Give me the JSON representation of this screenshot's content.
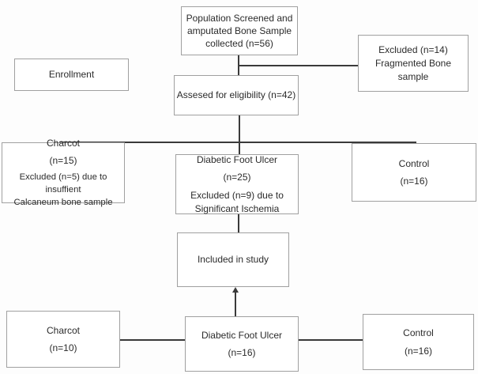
{
  "diagram": {
    "type": "study-enrollment-flowchart",
    "colors": {
      "background": "#fdfdfd",
      "box_fill": "#ffffff",
      "box_border": "#a0a0a0",
      "connector": "#3a3a3a",
      "text": "#2b2b2b"
    },
    "boxes": {
      "population": {
        "line1": "Population Screened and",
        "line2": "amputated Bone Sample",
        "line3": "collected  (n=56)"
      },
      "excluded_top": {
        "line1": "Excluded (n=14)",
        "line2": "Fragmented Bone sample"
      },
      "enrollment": {
        "line1": "Enrollment"
      },
      "assessed": {
        "line1": "Assesed for eligibility (n=42)"
      },
      "charcot_mid": {
        "line1": "Charcot",
        "line2": "(n=15)",
        "line3": "Excluded (n=5) due to insuffient",
        "line4": "Calcaneum bone sample"
      },
      "dfu_mid": {
        "line1": "Diabetic Foot Ulcer",
        "line2": "(n=25)",
        "line3": "Excluded (n=9) due to",
        "line4": "Significant Ischemia"
      },
      "control_mid": {
        "line1": "Control",
        "line2": "(n=16)"
      },
      "included": {
        "line1": "Included in study"
      },
      "charcot_bottom": {
        "line1": "Charcot",
        "line2": "(n=10)"
      },
      "dfu_bottom": {
        "line1": "Diabetic Foot Ulcer",
        "line2": "(n=16)"
      },
      "control_bottom": {
        "line1": "Control",
        "line2": "(n=16)"
      }
    }
  }
}
